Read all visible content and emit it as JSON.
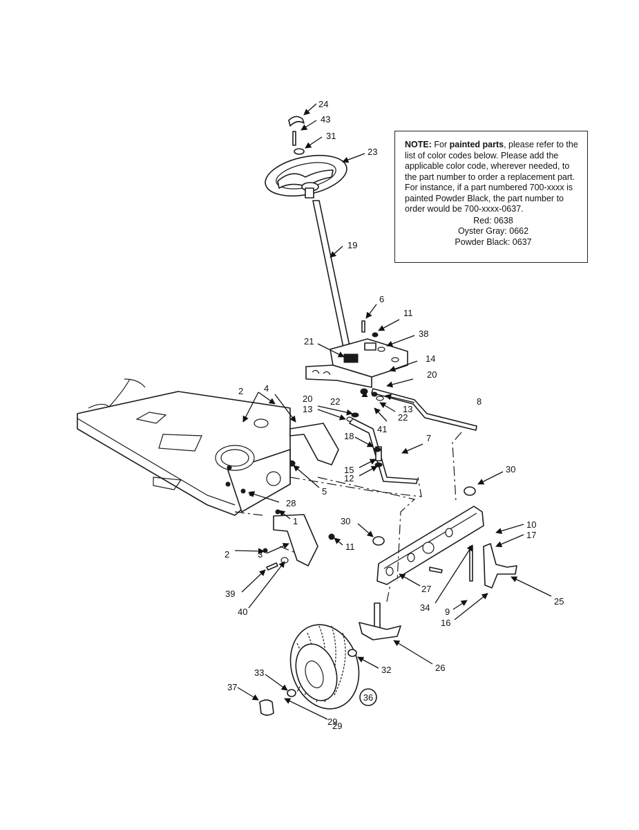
{
  "note": {
    "label": "NOTE:",
    "before_emphasis": "For",
    "emphasis": "painted parts",
    "text": ", please refer to the list of color codes below. Please add the applicable color code, wherever needed, to the part number to order a replacement part. For instance, if a part numbered 700-xxxx is painted Powder Black, the part number to order would be 700-xxxx-0637.",
    "color_codes": [
      "Red: 0638",
      "Oyster Gray: 0662",
      "Powder Black: 0637"
    ]
  },
  "callouts": [
    "24",
    "43",
    "31",
    "23",
    "19",
    "6",
    "11",
    "38",
    "21",
    "14",
    "20",
    "22",
    "13",
    "22",
    "41",
    "8",
    "20",
    "13",
    "18",
    "7",
    "15",
    "12",
    "4",
    "2",
    "5",
    "28",
    "30",
    "1",
    "30",
    "10",
    "17",
    "2",
    "3",
    "11",
    "25",
    "27",
    "39",
    "40",
    "34",
    "9",
    "16",
    "26",
    "32",
    "33",
    "37",
    "29",
    "29"
  ],
  "circled_label": "36"
}
